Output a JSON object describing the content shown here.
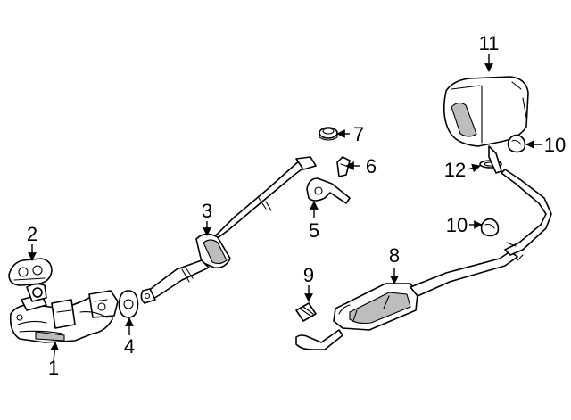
{
  "callouts": {
    "c1": "1",
    "c2": "2",
    "c3": "3",
    "c4": "4",
    "c5": "5",
    "c6": "6",
    "c7": "7",
    "c8": "8",
    "c9": "9",
    "c10a": "10",
    "c10b": "10",
    "c11": "11",
    "c12": "12"
  }
}
